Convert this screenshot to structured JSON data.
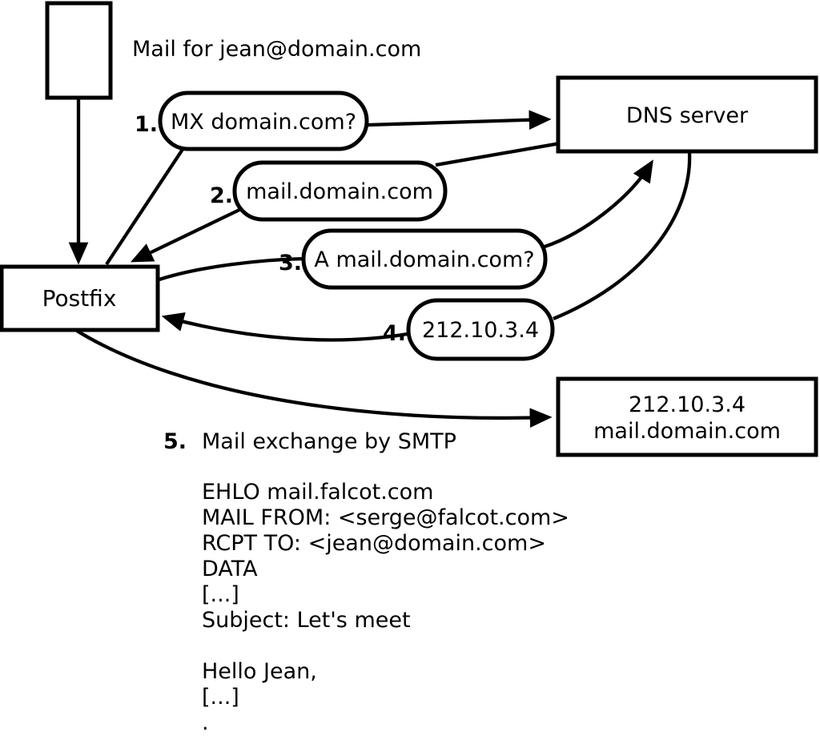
{
  "colors": {
    "ink": "#000000",
    "background": "#ffffff"
  },
  "header": {
    "mail_label": "Mail for jean@domain.com"
  },
  "nodes": {
    "postfix": "Postfix",
    "dns_server": "DNS server",
    "mail_server_ip": "212.10.3.4",
    "mail_server_host": "mail.domain.com"
  },
  "steps": [
    {
      "num": "1.",
      "label": "MX domain.com?"
    },
    {
      "num": "2.",
      "label": "mail.domain.com"
    },
    {
      "num": "3.",
      "label": "A mail.domain.com?"
    },
    {
      "num": "4.",
      "label": "212.10.3.4"
    },
    {
      "num": "5.",
      "label": "Mail exchange by SMTP"
    }
  ],
  "smtp_session": {
    "lines": [
      "EHLO mail.falcot.com",
      "MAIL FROM: <serge@falcot.com>",
      "RCPT TO: <jean@domain.com>",
      "DATA",
      "[...]",
      "Subject: Let's meet",
      "",
      "Hello Jean,",
      "[...]",
      "."
    ]
  }
}
